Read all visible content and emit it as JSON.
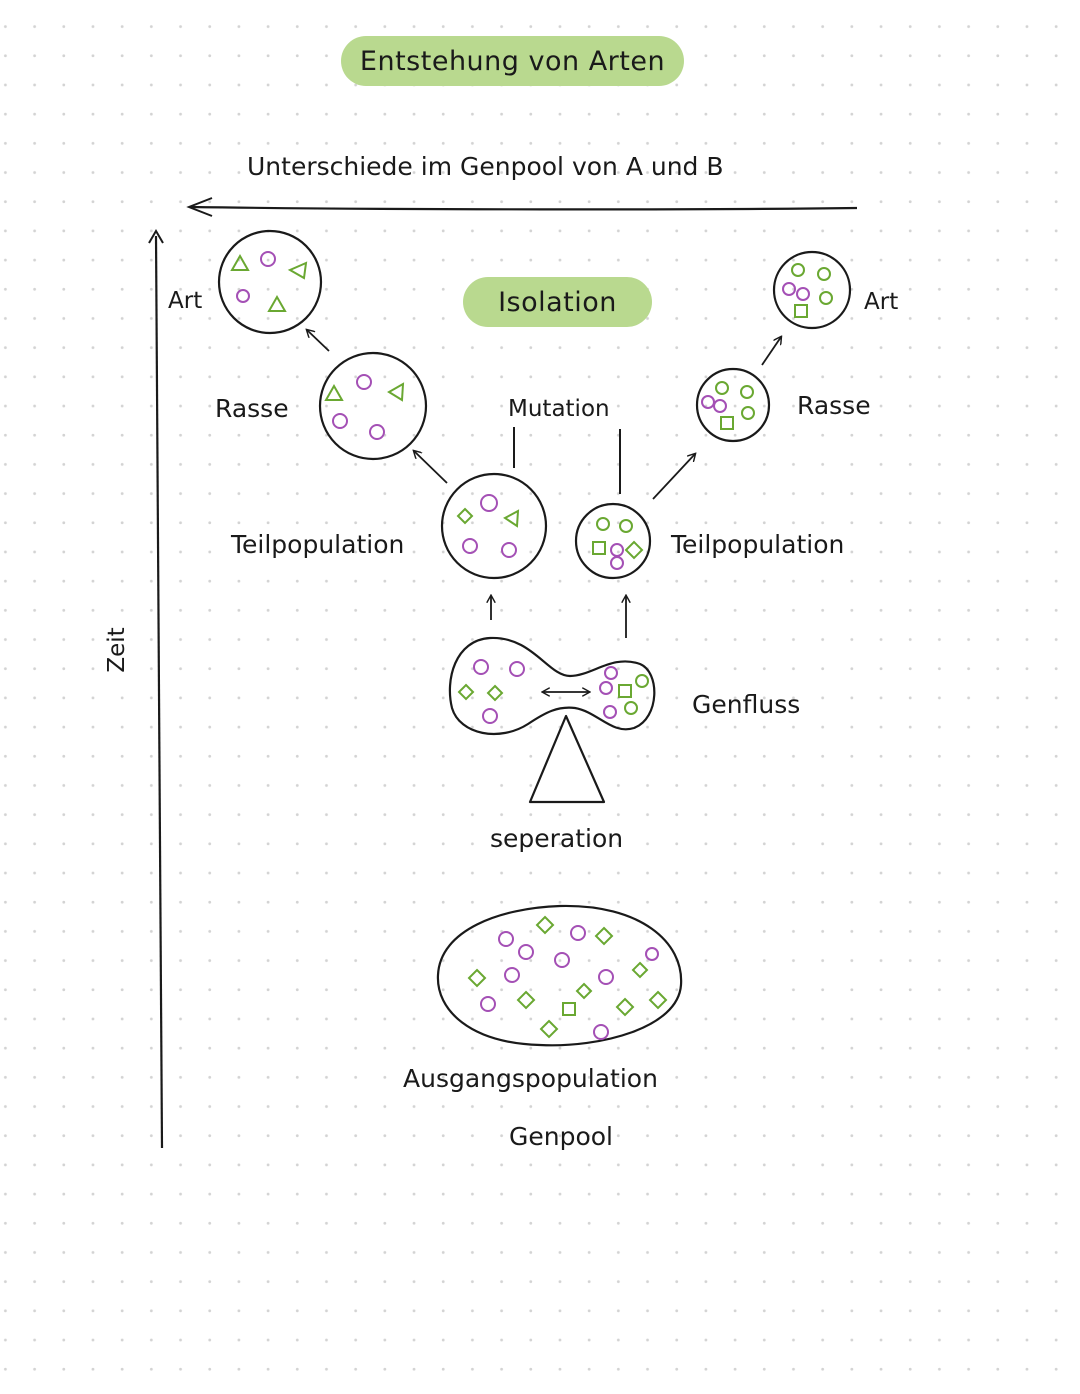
{
  "title": "Entstehung von Arten",
  "top_axis_label": "Unterschiede im Genpool von A und B",
  "side_axis_label": "Zeit",
  "isolation_label": "Isolation",
  "left_branch": {
    "art": "Art",
    "rasse": "Rasse",
    "teilpopulation": "Teilpopulation"
  },
  "right_branch": {
    "art": "Art",
    "rasse": "Rasse",
    "teilpopulation": "Teilpopulation"
  },
  "mutation_label": "Mutation",
  "genfluss_label": "Genfluss",
  "separation_label": "seperation",
  "source_population_label": "Ausgangspopulation",
  "genpool_label": "Genpool",
  "colors": {
    "accent_pill": "#b9d98f",
    "purple": "#a450b5",
    "green": "#6aa832",
    "ink": "#1a1a1a",
    "grid_dot": "#d3d3d3"
  }
}
